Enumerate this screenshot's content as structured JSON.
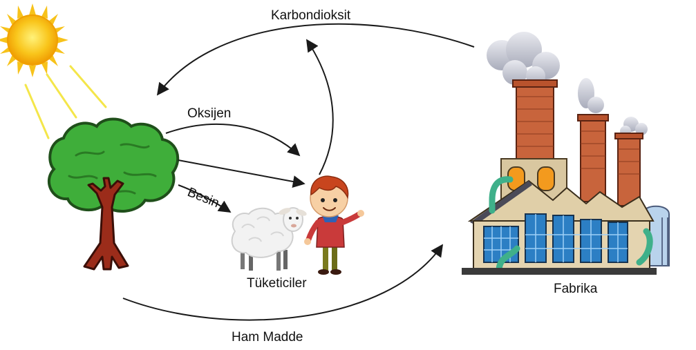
{
  "labels": {
    "karbondioksit": "Karbondioksit",
    "oksijen": "Oksijen",
    "besin": "Besin",
    "tuketiciler": "Tüketiciler",
    "fabrika": "Fabrika",
    "ham_madde": "Ham Madde"
  },
  "colors": {
    "sun": "#f7b500",
    "sun_rays": "#f4e64a",
    "tree_foliage": "#3fae3a",
    "tree_trunk": "#9b2c1a",
    "brick": "#c8643c",
    "window": "#2c7fc4",
    "pipe": "#3fb08a",
    "smoke": "#c4c7d3",
    "arrow": "#1a1a1a"
  },
  "icons": [
    "sun-icon",
    "tree-icon",
    "sheep-icon",
    "boy-icon",
    "factory-icon"
  ]
}
